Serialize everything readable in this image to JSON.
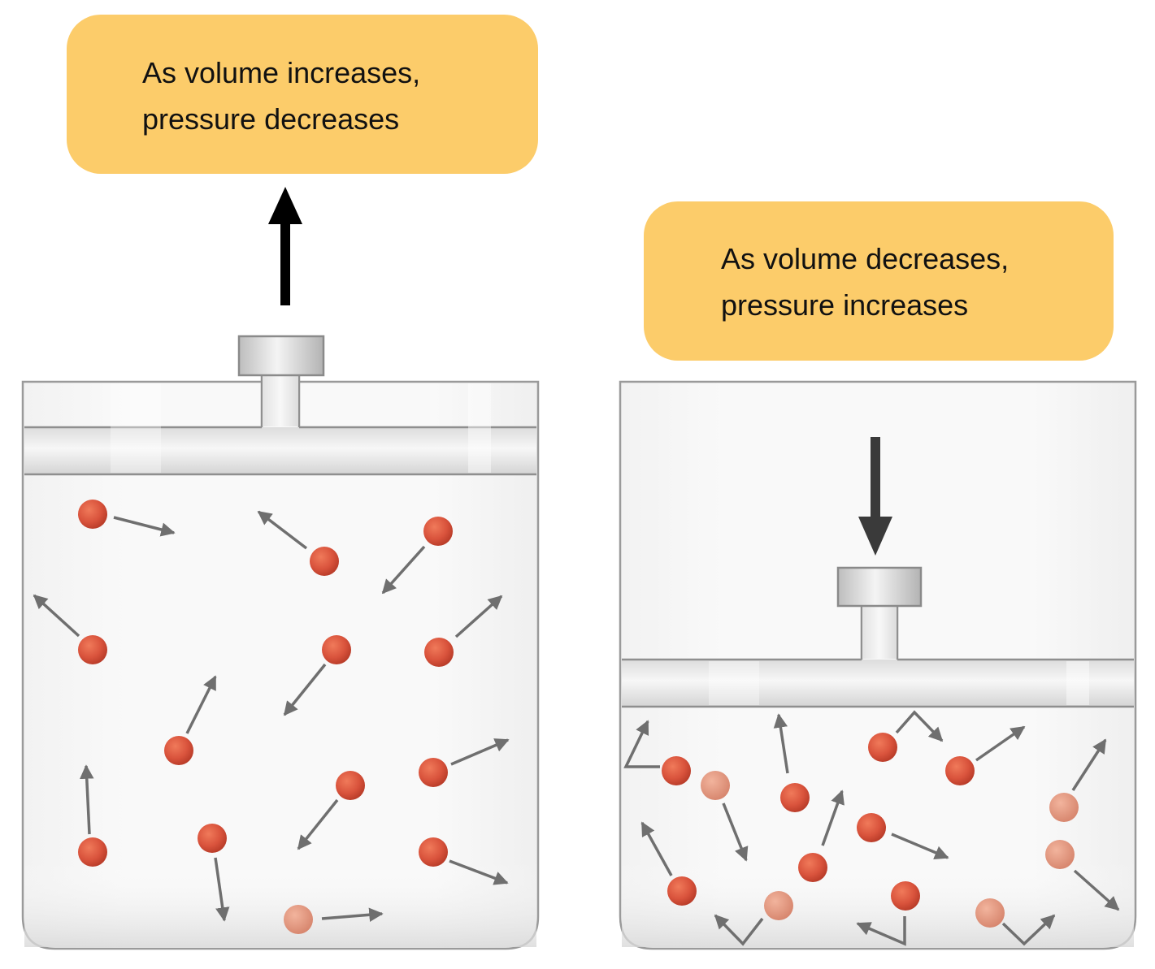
{
  "left_panel": {
    "caption_line1": "As volume increases,",
    "caption_line2": "pressure decreases"
  },
  "right_panel": {
    "caption_line1": "As volume decreases,",
    "caption_line2": "pressure increases"
  },
  "colors": {
    "callout": "#fccc6a",
    "molecule": "#d9533c",
    "container_outline": "#9a9a9a",
    "motion_arrow": "#6f6f6f",
    "force_arrow_left": "#000000",
    "force_arrow_right": "#3a3a3a"
  }
}
